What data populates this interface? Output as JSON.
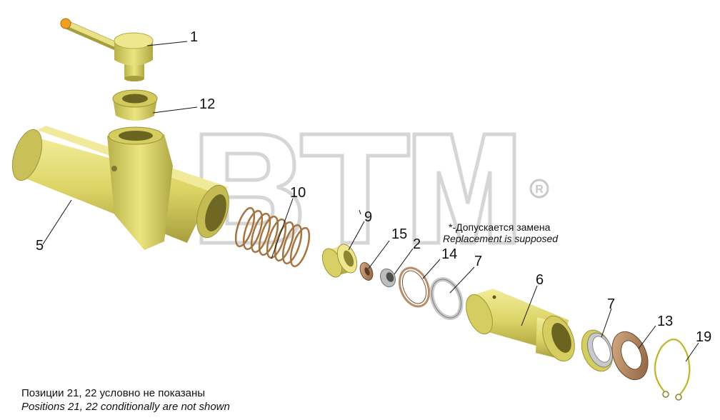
{
  "watermark": {
    "text": "BTM",
    "registered": "®"
  },
  "replacement_note": {
    "ru": "*-Допускается замена",
    "en": "Replacement is supposed"
  },
  "footer_note": {
    "ru": "Позиции 21, 22 условно не показаны",
    "en": "Positions 21, 22 conditionally are not shown"
  },
  "callouts": {
    "c1": "1",
    "c12": "12",
    "c5": "5",
    "c10": "10",
    "c9": "9",
    "c15": "15",
    "c2": "2",
    "c14": "14",
    "c7a": "7",
    "c6": "6",
    "c7b": "7",
    "c13": "13",
    "c19": "19"
  },
  "colors": {
    "yellow": "#e6df72",
    "yellow_dark": "#a9a140",
    "copper": "#b98a62",
    "copper_dark": "#7a5536",
    "grey": "#c9c9c9",
    "orange": "#f0a020"
  }
}
